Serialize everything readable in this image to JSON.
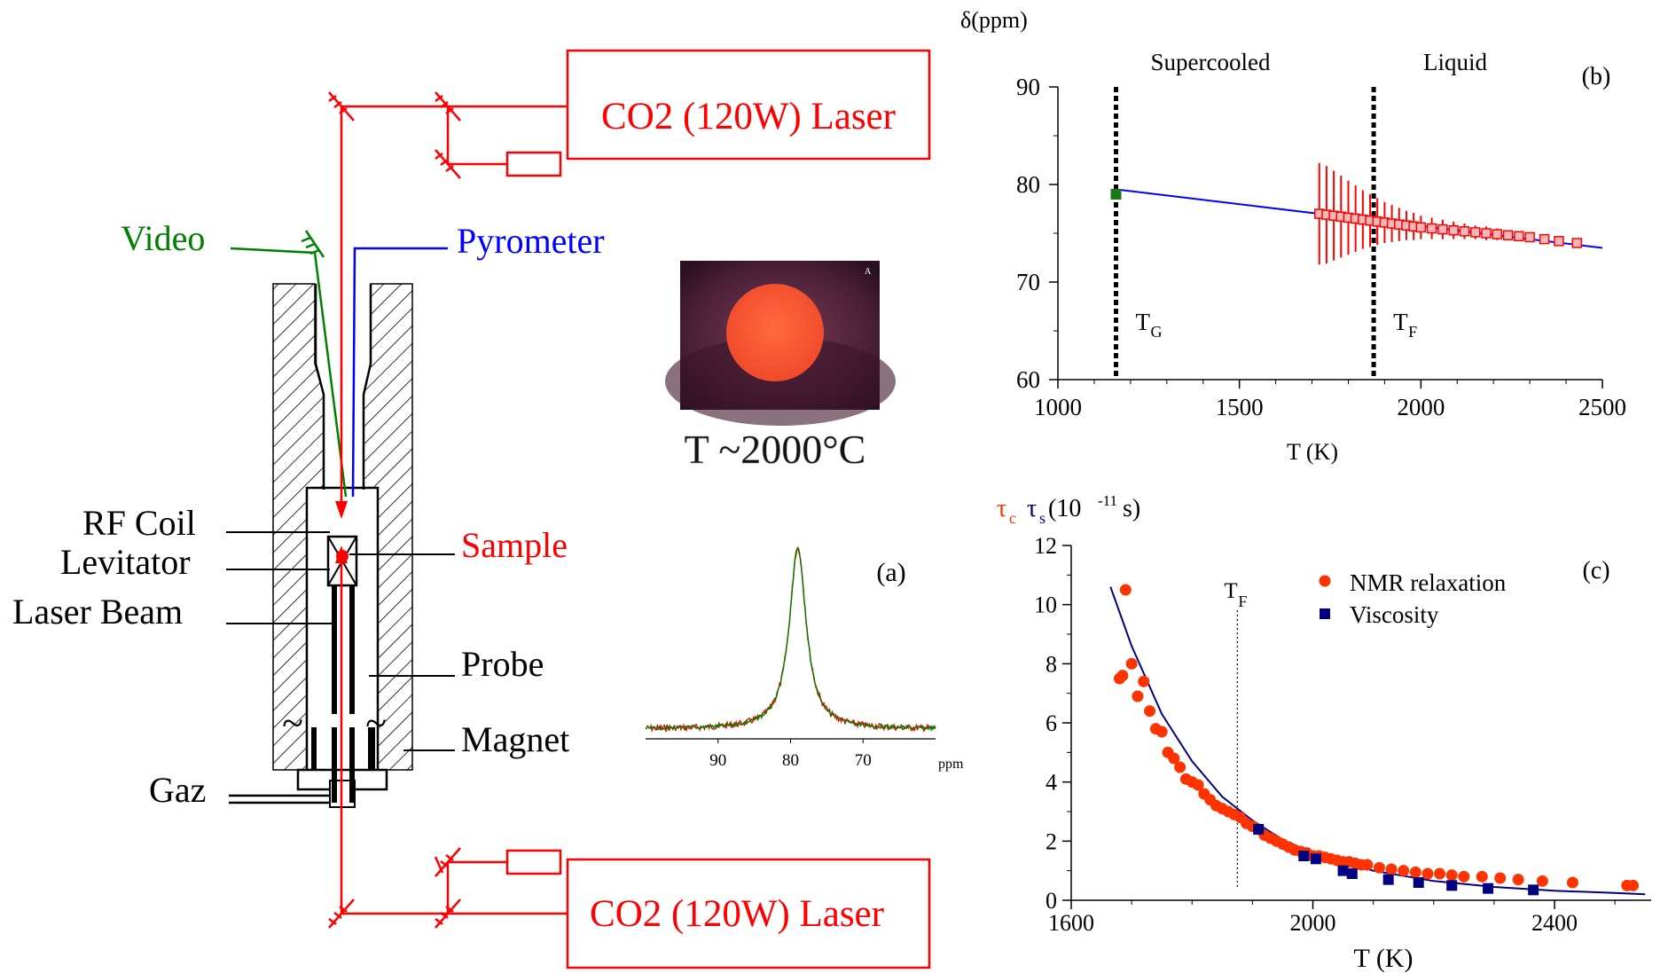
{
  "colors": {
    "laser": "#ff0000",
    "video": "#008000",
    "pyrometer": "#0000ff",
    "nmr_points": "#ff3300",
    "viscosity_points": "#000080",
    "fit_line_b": "#0000ff",
    "fit_line_c": "#000080",
    "photo_sample": "#ff5533"
  },
  "apparatus": {
    "laser_top": "CO2 (120W) Laser",
    "laser_bottom": "CO2 (120W) Laser",
    "video": "Video",
    "pyrometer": "Pyrometer",
    "rf_coil": "RF Coil",
    "levitator": "Levitator",
    "laser_beam": "Laser Beam",
    "sample": "Sample",
    "probe": "Probe",
    "magnet": "Magnet",
    "gaz": "Gaz",
    "tilde": "~"
  },
  "photo": {
    "corner_mark": "A",
    "temperature": "T ~2000°C"
  },
  "chart_data": [
    {
      "id": "a",
      "type": "line",
      "panel_label": "(a)",
      "xlabel": "ppm",
      "x_reversed": true,
      "xlim": [
        100,
        80
      ],
      "xticks": [
        90,
        80,
        70
      ],
      "peak_center_ppm": 79,
      "peak_halfwidth_ppm": 1.4,
      "series": [
        {
          "color": "#ff0000"
        },
        {
          "color": "#008000"
        }
      ]
    },
    {
      "id": "b",
      "type": "scatter",
      "panel_label": "(b)",
      "ylabel": "δ(ppm)",
      "xlabel": "T (K)",
      "xlim": [
        1000,
        2500
      ],
      "ylim": [
        60,
        90
      ],
      "xticks": [
        1000,
        1500,
        2000,
        2500
      ],
      "yticks": [
        60,
        70,
        80,
        90
      ],
      "regions": [
        "Supercooled",
        "Liquid"
      ],
      "vlines": [
        {
          "x": 1160,
          "label": "T",
          "sub": "G"
        },
        {
          "x": 1870,
          "label": "T",
          "sub": "F"
        }
      ],
      "fit_line": {
        "x": [
          1160,
          2500
        ],
        "y": [
          79.5,
          73.5
        ]
      },
      "glass_point": {
        "x": 1160,
        "y": 79
      },
      "series": [
        {
          "x": [
            1720,
            1740,
            1760,
            1780,
            1800,
            1820,
            1840,
            1860,
            1880,
            1900,
            1920,
            1940,
            1960,
            1980,
            2000,
            2030,
            2060,
            2090,
            2120,
            2150,
            2180,
            2210,
            2240,
            2270,
            2300,
            2340,
            2380,
            2430
          ],
          "y": [
            77,
            76.9,
            76.8,
            76.7,
            76.6,
            76.5,
            76.4,
            76.3,
            76.2,
            76.1,
            76.0,
            75.9,
            75.8,
            75.7,
            75.6,
            75.5,
            75.4,
            75.3,
            75.2,
            75.1,
            75.0,
            74.9,
            74.8,
            74.7,
            74.6,
            74.4,
            74.2,
            74.0
          ],
          "err": [
            5.2,
            5.0,
            4.6,
            4.2,
            3.8,
            3.4,
            3.0,
            2.7,
            2.4,
            2.1,
            1.9,
            1.7,
            1.5,
            1.4,
            1.2,
            1.1,
            1.0,
            0.9,
            0.8,
            0.7,
            0.7,
            0.6,
            0.5,
            0.5,
            0.4,
            0.4,
            0.3,
            0.3
          ]
        }
      ]
    },
    {
      "id": "c",
      "type": "scatter",
      "panel_label": "(c)",
      "ylabel_parts": [
        "τ",
        "c",
        "τ",
        "s",
        " (10",
        "-11",
        "s)"
      ],
      "xlabel": "T (K)",
      "xlim": [
        1600,
        2560
      ],
      "ylim": [
        0,
        12
      ],
      "xticks": [
        1600,
        2000,
        2400
      ],
      "yticks": [
        0,
        2,
        4,
        6,
        8,
        10,
        12
      ],
      "vline": {
        "x": 1875,
        "label": "T",
        "sub": "F"
      },
      "series": [
        {
          "name": "NMR relaxation",
          "x": [
            1680,
            1685,
            1690,
            1700,
            1710,
            1720,
            1730,
            1740,
            1750,
            1760,
            1770,
            1780,
            1790,
            1800,
            1810,
            1820,
            1830,
            1840,
            1850,
            1860,
            1870,
            1880,
            1890,
            1900,
            1910,
            1920,
            1930,
            1940,
            1950,
            1960,
            1970,
            1980,
            1990,
            2000,
            2010,
            2020,
            2030,
            2040,
            2050,
            2060,
            2070,
            2080,
            2090,
            2110,
            2130,
            2150,
            2170,
            2190,
            2210,
            2230,
            2250,
            2280,
            2310,
            2340,
            2380,
            2430,
            2520,
            2530
          ],
          "y": [
            7.5,
            7.6,
            10.5,
            8.0,
            6.9,
            7.4,
            6.4,
            5.8,
            5.7,
            5.0,
            4.8,
            4.5,
            4.1,
            4.0,
            3.9,
            3.6,
            3.4,
            3.2,
            3.1,
            3.0,
            2.9,
            2.8,
            2.6,
            2.5,
            2.4,
            2.2,
            2.1,
            2.0,
            1.9,
            1.8,
            1.7,
            1.65,
            1.6,
            1.5,
            1.5,
            1.45,
            1.4,
            1.35,
            1.3,
            1.3,
            1.25,
            1.2,
            1.2,
            1.1,
            1.05,
            1.0,
            0.95,
            0.9,
            0.9,
            0.85,
            0.8,
            0.8,
            0.75,
            0.7,
            0.65,
            0.6,
            0.5,
            0.5
          ]
        },
        {
          "name": "Viscosity",
          "x": [
            1910,
            1985,
            2005,
            2050,
            2065,
            2125,
            2175,
            2230,
            2290,
            2365
          ],
          "y": [
            2.4,
            1.5,
            1.4,
            1.0,
            0.9,
            0.7,
            0.6,
            0.5,
            0.4,
            0.35
          ]
        }
      ],
      "fit_curve": {
        "x": [
          1665,
          1700,
          1750,
          1800,
          1850,
          1900,
          1950,
          2000,
          2100,
          2200,
          2300,
          2400,
          2500,
          2550
        ],
        "y": [
          10.6,
          8.6,
          6.3,
          4.7,
          3.5,
          2.7,
          2.05,
          1.6,
          1.0,
          0.65,
          0.45,
          0.32,
          0.25,
          0.2
        ]
      }
    }
  ]
}
